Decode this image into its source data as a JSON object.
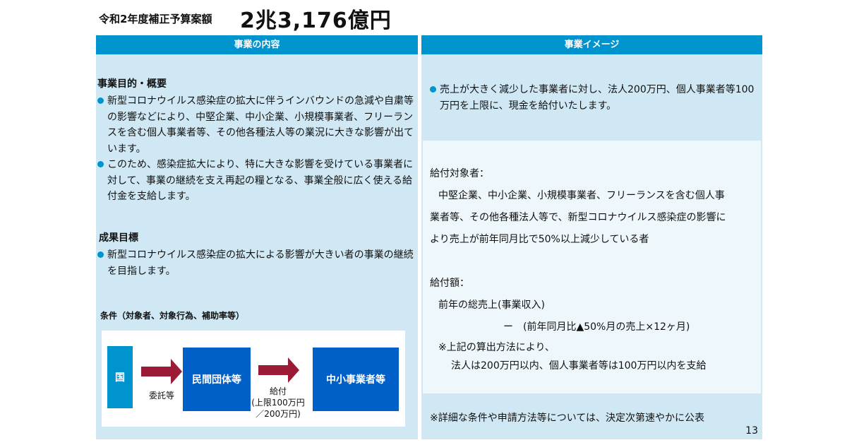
{
  "title": {
    "label": "令和2年度補正予算案額",
    "amount": "2兆3,176億円"
  },
  "left": {
    "header": "事業の内容",
    "purpose_heading": "事業目的・概要",
    "purpose_items": [
      "新型コロナウイルス感染症の拡大に伴うインバウンドの急減や自粛等の影響などにより、中堅企業、中小企業、小規模事業者、フリーランスを含む個人事業者等、その他各種法人等の業況に大きな影響が出ています。",
      "このため、感染症拡大により、特に大きな影響を受けている事業者に対して、事業の継続を支え再起の糧となる、事業全般に広く使える給付金を支給します。"
    ],
    "goal_heading": "成果目標",
    "goal_items": [
      "新型コロナウイルス感染症の拡大による影響が大きい者の事業の継続を目指します。"
    ],
    "conditions_heading": "条件（対象者、対象行為、補助率等）",
    "flow": {
      "box1": "国",
      "arrow1": "委託等",
      "box2": "民間団体等",
      "arrow2_line1": "給付",
      "arrow2_line2": "(上限100万円",
      "arrow2_line3": "／200万円)",
      "box3": "中小事業者等"
    },
    "colors": {
      "header": "#0094cf",
      "panel": "#cfe8f4",
      "box_gov": "#0094cf",
      "box_org": "#0060c8",
      "arrow": "#9b1a35"
    }
  },
  "right": {
    "header": "事業イメージ",
    "summary": "売上が大きく減少した事業者に対し、法人200万円、個人事業者等100万円を上限に、現金を給付いたします。",
    "target_heading": "給付対象者：",
    "target_line1": "中堅企業、中小企業、小規模事業者、フリーランスを含む個人事",
    "target_line2": "業者等、その他各種法人等で、新型コロナウイルス感染症の影響に",
    "target_line3": "より売上が前年同月比で50%以上減少している者",
    "amount_heading": "給付額：",
    "amount_line1": "前年の総売上(事業収入)",
    "amount_line2": "ー　(前年同月比▲50%月の売上×12ヶ月)",
    "note_line1": "※上記の算出方法により、",
    "note_line2": "法人は200万円以内、個人事業者等は100万円以内を支給",
    "footer_note": "※詳細な条件や申請方法等については、決定次第速やかに公表"
  },
  "page_number": "13"
}
